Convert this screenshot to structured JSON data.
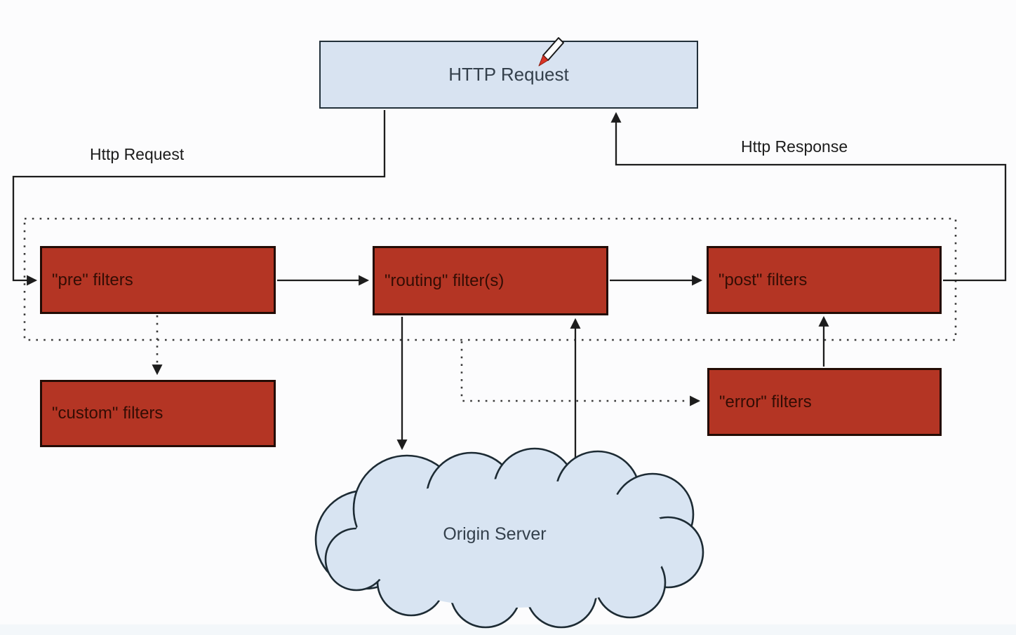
{
  "diagram": {
    "nodes": {
      "http_request": "HTTP Request",
      "pre_filters": "\"pre\" filters",
      "routing_filters": "\"routing\" filter(s)",
      "post_filters": "\"post\" filters",
      "custom_filters": "\"custom\" filters",
      "error_filters": "\"error\" filters",
      "origin_server": "Origin Server"
    },
    "edge_labels": {
      "request": "Http Request",
      "response": "Http Response"
    }
  },
  "icons": {
    "cursor": "pen-cursor-icon"
  },
  "colors": {
    "bg": "#fcfcfd",
    "bottom-band": "#f3f7fa",
    "box-red": "#b43524",
    "box-red-border": "#230c05",
    "box-red-text": "#330d04",
    "box-blue": "#d8e3f1",
    "box-blue-border": "#22303a",
    "box-blue-text": "#34404c",
    "cloud-fill": "#d8e4f2",
    "cloud-stroke": "#1d2b34",
    "line": "#1d1d1d",
    "dotted": "#3a3a3a",
    "label-text": "#1c1c1c",
    "pen-red": "#d93425"
  }
}
